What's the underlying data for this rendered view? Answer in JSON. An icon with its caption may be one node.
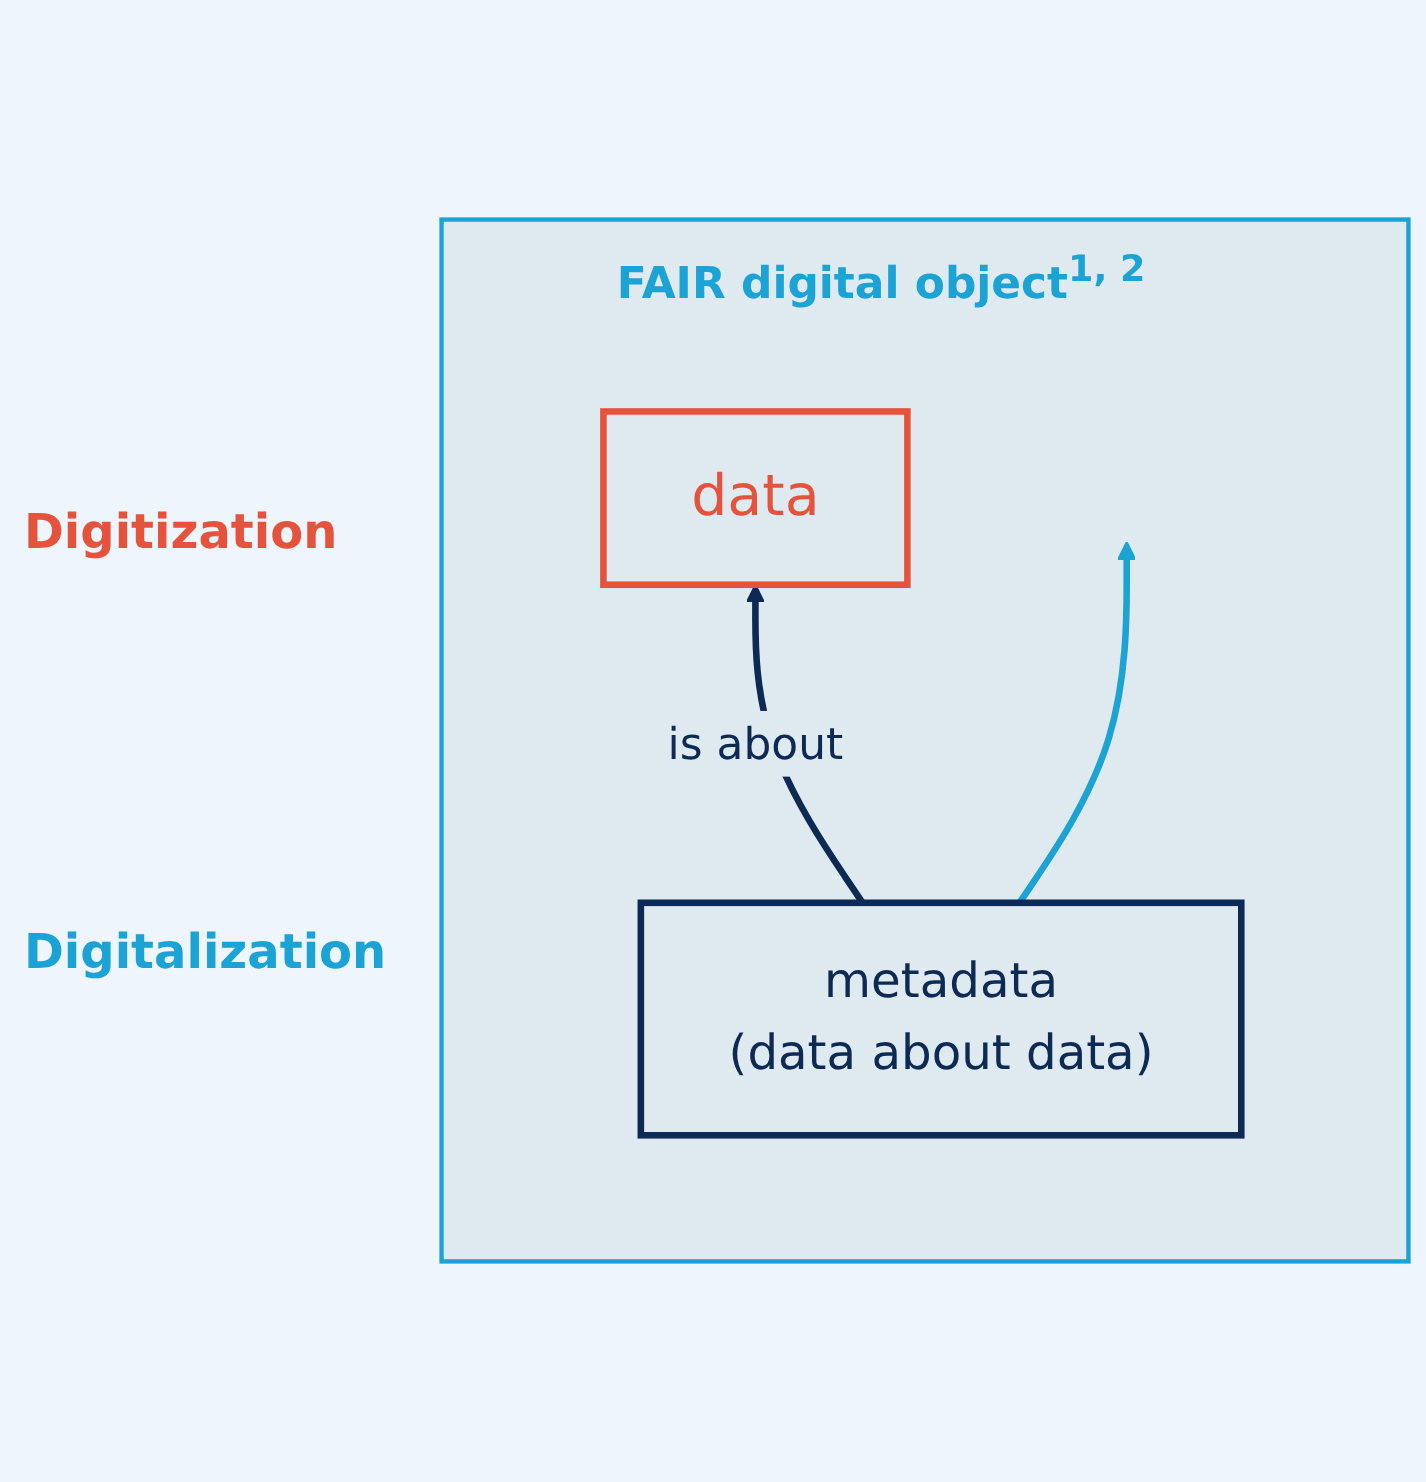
{
  "diagram": {
    "nodes": [
      {
        "text": [
          "FAIR digital object$^{1, 2}$"
        ]
      },
      {
        "text": [
          "data"
        ],
        "in": 0
      },
      {
        "text": [
          "metadata",
          "(data about data)"
        ],
        "in": 0
      }
    ],
    "edges": [
      {
        "from": 2,
        "to": 1,
        "arrow": "to",
        "label": "is about"
      },
      {
        "from": 2,
        "to": null,
        "arrow": "to",
        "color": "#1ba3d6"
      }
    ],
    "labels": [
      "Digitization",
      "Digitalization"
    ]
  }
}
